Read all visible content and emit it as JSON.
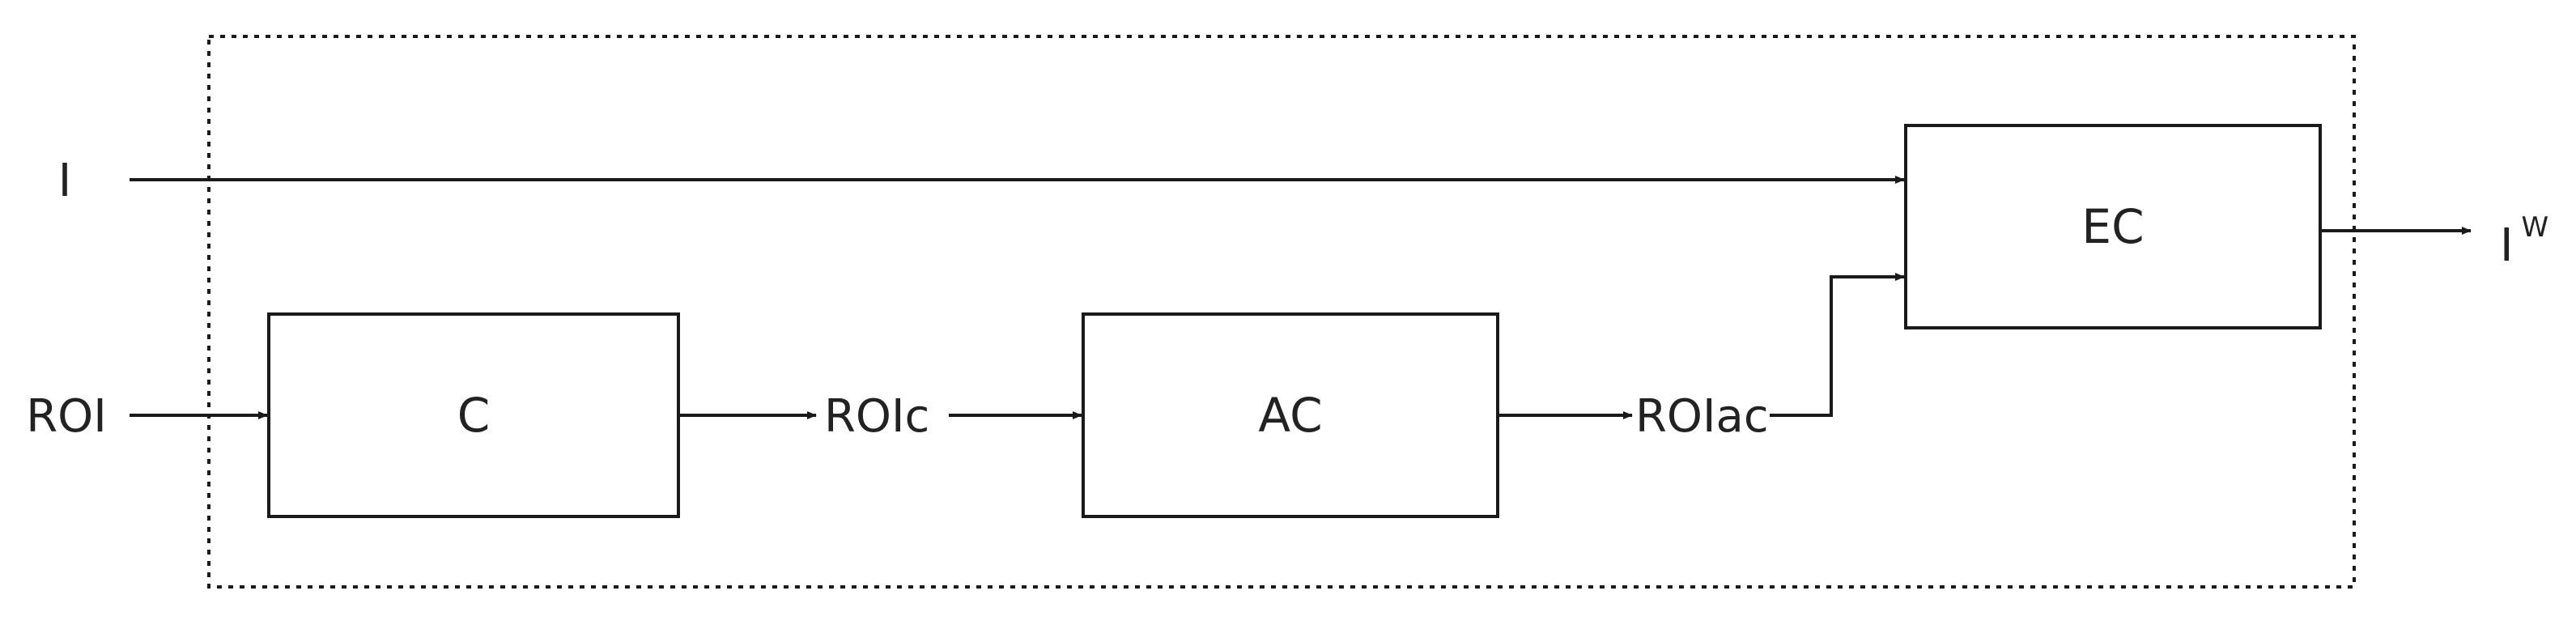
{
  "diagram": {
    "inputs": {
      "image": "I",
      "roi": "ROI"
    },
    "blocks": {
      "c": "C",
      "ac": "AC",
      "ec": "EC"
    },
    "signals": {
      "roi_c": {
        "base": "ROI",
        "suffix": "c"
      },
      "roi_ac": {
        "base": "ROI",
        "suffix": "ac"
      }
    },
    "output": {
      "base": "I",
      "superscript": "W"
    }
  },
  "colors": {
    "stroke": "#1a1a1a",
    "text": "#222222",
    "background": "#ffffff"
  }
}
